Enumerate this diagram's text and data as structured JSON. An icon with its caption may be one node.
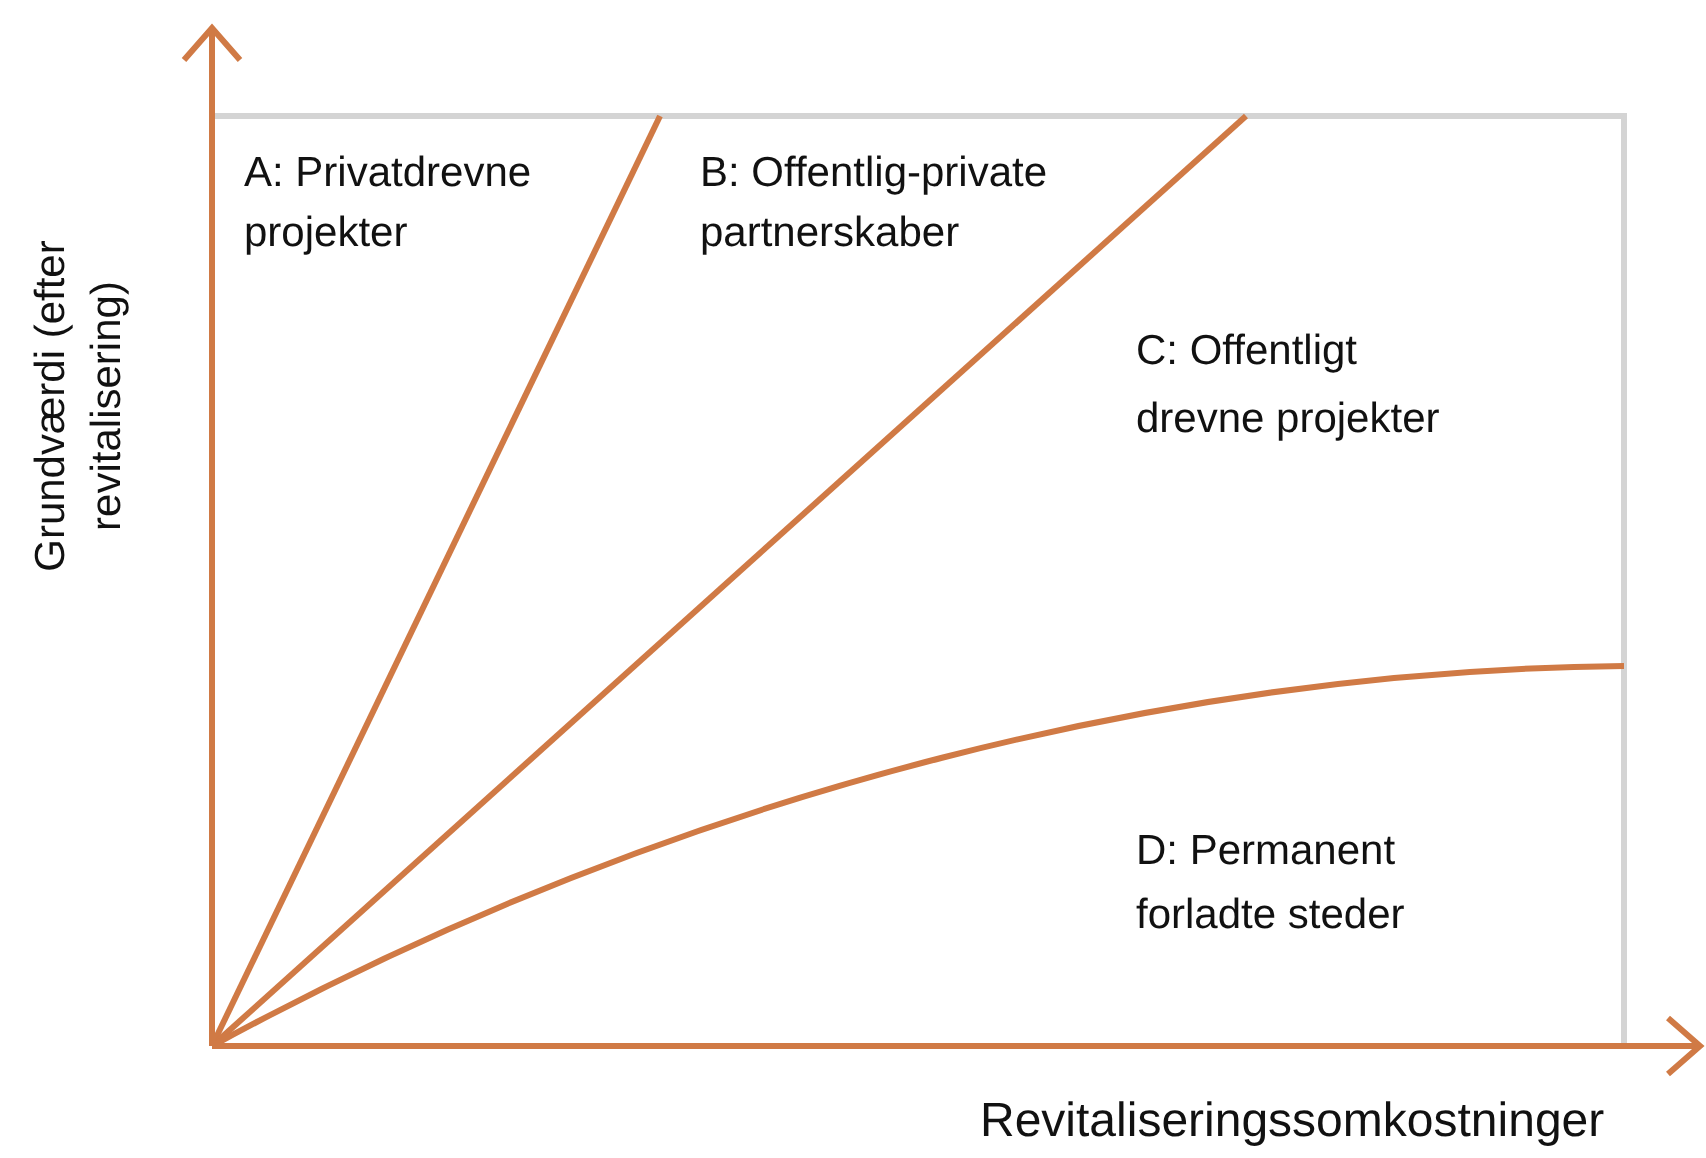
{
  "diagram": {
    "labels": [
      "Grundværdi (efter revitalisering)",
      "A: Privatdrevne projekter",
      "B: Offentlig-private partnerskaber",
      "C: Offentligt drevne projekter",
      "D: Permanent forladte steder",
      "Revitaliseringssomkostninger"
    ]
  }
}
